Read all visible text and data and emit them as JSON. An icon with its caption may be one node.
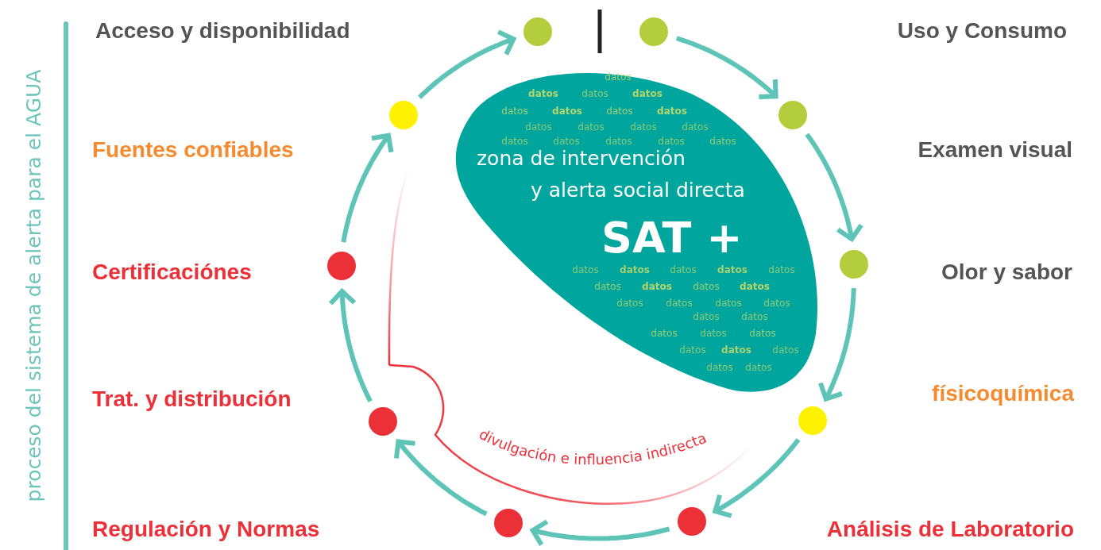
{
  "diagram": {
    "title": "proceso del sistema de alerta para el AGUA",
    "nodes": [
      {
        "text": [],
        "shape": "circle"
      },
      {
        "text": [],
        "shape": "circle"
      },
      {
        "text": [],
        "shape": "circle"
      },
      {
        "text": [],
        "shape": "circle"
      },
      {
        "text": [],
        "shape": "circle"
      },
      {
        "text": [],
        "shape": "circle"
      },
      {
        "text": [],
        "shape": "circle"
      },
      {
        "text": [],
        "shape": "circle"
      },
      {
        "text": [],
        "shape": "circle"
      },
      {
        "text": [],
        "shape": "circle"
      },
      {
        "text": [
          "zona de intervención",
          "y alerta social directa",
          "SAT +"
        ]
      }
    ],
    "edges": [
      {
        "from": 1,
        "to": 3,
        "arrow": "to"
      },
      {
        "from": 3,
        "to": 5,
        "arrow": "to"
      },
      {
        "from": 5,
        "to": 7,
        "arrow": "to"
      },
      {
        "from": 7,
        "to": 9,
        "arrow": "to"
      },
      {
        "from": 9,
        "to": 8,
        "arrow": "to"
      },
      {
        "from": 8,
        "to": 6,
        "arrow": "to"
      },
      {
        "from": 6,
        "to": 4,
        "arrow": "to"
      },
      {
        "from": 4,
        "to": 2,
        "arrow": "to"
      },
      {
        "from": 2,
        "to": 0,
        "arrow": "to"
      }
    ],
    "labels": [
      "Acceso y disponibilidad",
      "Uso y Consumo",
      "Fuentes confiables",
      "Examen visual",
      "Certificaciónes",
      "Olor y sabor",
      "Trat. y distribución",
      "físicoquímica",
      "Regulación y Normas",
      "Análisis de Laboratorio",
      "datos",
      "datos",
      "datos",
      "datos",
      "datos",
      "datos",
      "datos",
      "datos",
      "datos",
      "datos",
      "datos",
      "datos",
      "datos",
      "datos",
      "datos",
      "datos",
      "datos",
      "datos",
      "datos",
      "datos",
      "datos",
      "datos",
      "datos",
      "datos",
      "datos",
      "datos",
      "datos",
      "datos",
      "datos",
      "datos",
      "datos",
      "datos",
      "datos",
      "datos",
      "datos",
      "datos",
      "datos",
      "datos",
      "datos",
      "datos",
      "divulgación e influencia indirecta"
    ]
  }
}
